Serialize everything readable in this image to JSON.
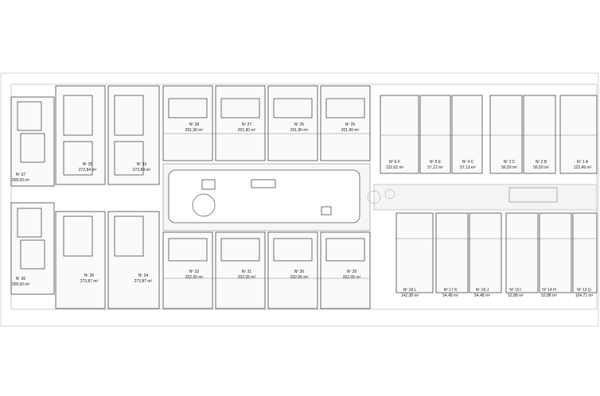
{
  "units": [
    {
      "id": "37",
      "no": "Nº 37",
      "area": "258,93 m²"
    },
    {
      "id": "35",
      "no": "Nº 35",
      "area": "272,84 m²"
    },
    {
      "id": "33",
      "no": "Nº 33",
      "area": "273,84 m²"
    },
    {
      "id": "28",
      "no": "Nº 28",
      "area": "201,90 m²"
    },
    {
      "id": "27",
      "no": "Nº 27",
      "area": "201,90 m²"
    },
    {
      "id": "26",
      "no": "Nº 26",
      "area": "201,90 m²"
    },
    {
      "id": "25",
      "no": "Nº 25",
      "area": "201,90 m²"
    },
    {
      "id": "36",
      "no": "Nº 36",
      "area": "258,92 m²"
    },
    {
      "id": "36b",
      "no": "Nº 36",
      "area": "273,87 m²"
    },
    {
      "id": "34",
      "no": "Nº 34",
      "area": "273,87 m²"
    },
    {
      "id": "32",
      "no": "Nº 32",
      "area": "202,05 m²"
    },
    {
      "id": "31",
      "no": "Nº 31",
      "area": "202,05 m²"
    },
    {
      "id": "30",
      "no": "Nº 30",
      "area": "202,05 m²"
    },
    {
      "id": "29",
      "no": "Nº 29",
      "area": "202,05 m²"
    },
    {
      "id": "6F",
      "no": "Nº 6 F",
      "area": "122,62 m²"
    },
    {
      "id": "5E",
      "no": "Nº 5 E",
      "area": "57,12 m²"
    },
    {
      "id": "4C",
      "no": "Nº 4 C",
      "area": "57,12 m²"
    },
    {
      "id": "3C",
      "no": "Nº 3 C",
      "area": "56,59 m²"
    },
    {
      "id": "2B",
      "no": "Nº 2 B",
      "area": "56,59 m²"
    },
    {
      "id": "1A",
      "no": "Nº 1 A",
      "area": "122,49 m²"
    },
    {
      "id": "18L",
      "no": "Nº 18 L",
      "area": "142,38 m²"
    },
    {
      "id": "17K",
      "no": "Nº 17 K",
      "area": "54,48 m²"
    },
    {
      "id": "16J",
      "no": "Nº 16 J",
      "area": "54,48 m²"
    },
    {
      "id": "15I",
      "no": "Nº 15 I",
      "area": "52,88 m²"
    },
    {
      "id": "14H",
      "no": "Nº 14 H",
      "area": "52,88 m²"
    },
    {
      "id": "13G",
      "no": "Nº 13 G",
      "area": "104,71 m²"
    }
  ]
}
